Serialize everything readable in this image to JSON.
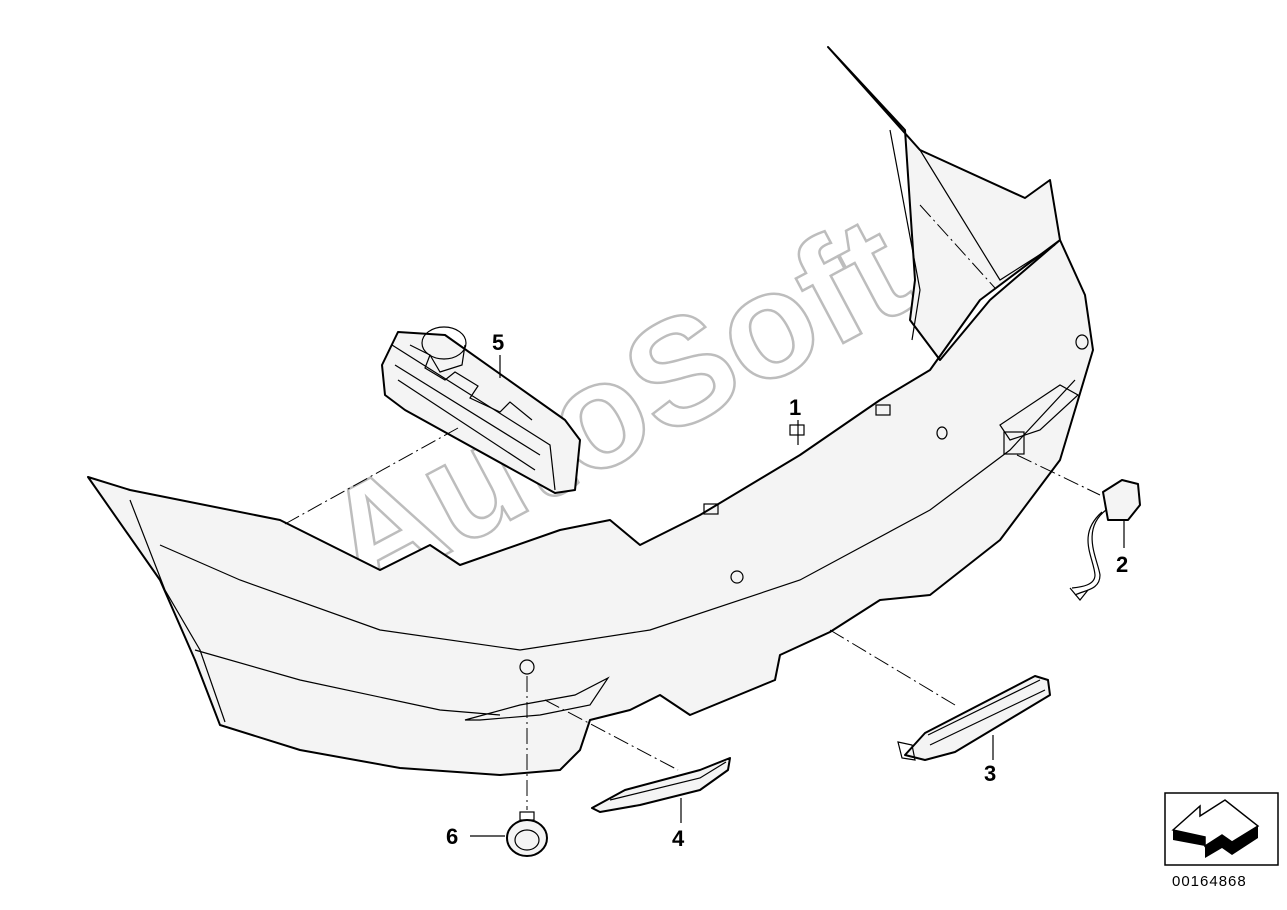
{
  "watermark": "AutoSoft",
  "callouts": [
    "1",
    "2",
    "3",
    "4",
    "5",
    "6"
  ],
  "reference_number": "00164868",
  "icons": {
    "navigation": "arrow-navigation-icon"
  }
}
